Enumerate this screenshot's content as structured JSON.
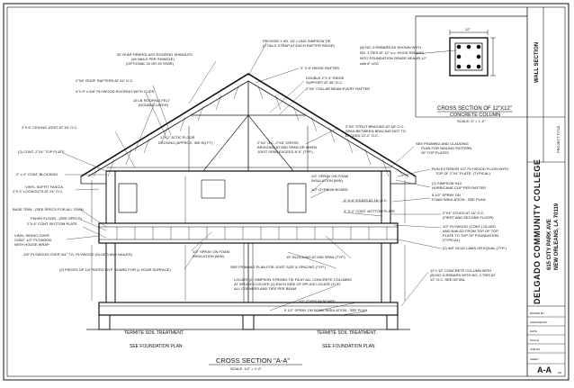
{
  "sheet": {
    "main_title": "CROSS SECTION \"A-A\"",
    "main_scale": "SCALE: 1/2\" = 1'-0\"",
    "column_title": "CROSS SECTION OF 12\"X12\"",
    "column_subtitle": "CONCRETE COLUMN",
    "column_scale": "SCALE: 3\" = 1'-0\"",
    "column_dim": "12\"",
    "wall_section_label": "WALL SECTION",
    "project_title_label": "PROJECT TITLE",
    "college": "DELGADO COMMUNITY COLLEGE",
    "address": [
      "615 CITY PARK AVE",
      "NEW ORLEANS, LA 70119"
    ],
    "sheet_number": "A-A",
    "page": "2/3"
  },
  "callouts_left": [
    "30 YEAR FIBERGLASS ROOFING SHINGLES (#4 NAILS PER SHINGLE) (OPTIONAL 20 OR 25 YEAR)",
    "2\"X6\" ROOF RAFTERS AT 24\" O.C.",
    "4\"X 8\" x 5/8\" PLYWOOD ROOFING WITH CLIPS",
    "15 LB ROOFING FELT (DOUBLE LAYER)",
    "2\"X 6\" CEILING JOIST AT 16\" O.C.",
    "(2) CONT. 2\"X4\" TOP PLATE",
    "2\" x 4\" CONT. BLOCKING",
    "VINYL SOFFIT FASCIA 2\"X 4\" LOOKOUTS AT 24\" O.C.",
    "BASE TRIM - (SEE SPECS FOR ALL TRIM)",
    "FINISH FLOOR - (SEE SPECS)",
    "2\"X 6\" CONT. BOTTOM PLATE",
    "VINYL SIDING OVER CONT. 1/2\" PLYWOOD WITH HOUSE WRAP",
    "1/4\" PLYWOOD OVER 3/4\" T.G. PLYWOOD (GLUED AND NAILED)",
    "(2) PIECES OF 1/4\" RATED GYP. BOARD FOR (1 HOUR SURFACE)"
  ],
  "callouts_top": [
    "PROVIDE 1 HD. 16\" LONG SIMPSON TIE (2 TAILS STRAP AT EACH RAFTER RIDGE)",
    "2\" X 8\" RIDGE RAFTER",
    "DOUBLE 2\"X 4\" RIDGE SUPPORT AT 48\" O.C.",
    "2\"X6\" COLLAR BEAM EVERY RAFTER",
    "(8) NO. 6 REBARS AS SHOWN WITH NO. 3 TIES AT 12\" o.c. HOOK REBARS INTO FOUNDATION GRADE BEAMS 12\" with 6\" LEG"
  ],
  "callouts_center": [
    "1 \"x 1\" ATTIC FLOOR DECKING (APPROX. 300 SQ FT)",
    "2\"X4\" O.C. 2\"X6\" CROSS BRIDGING AT MID SPAN OR WHEN JOIST SPAN EXCEED 8'-0\" (TYP.)",
    "2\"X6\" STRUT BRACING AT 48\" O.C. SPAN BETWEEN BRACING NOT TO EXCEED 12'-0\" O.C.",
    "1/2\" SPRAY ON FOAM INSULATION (MIN)",
    "1/2\" GYPSUM BOARD",
    "2\" X 4\" STUDS AT 16\" O.C.",
    "2\" X 4\" CONT. BOTTOM PLATE",
    "1/2\" SPRAY ON FOAM INSULATION (MIN)",
    "10\" BLOCKING AT MID SPAN (TYP.)",
    "SEE FRAMING PLAN FOR JOIST SIZE & SPACING (TYP.)",
    "LOCATE (2) SIMPSON STRONG TIE PA AT ALL CONCRETE COLUMNS AT SPLICES LOCATE (1) EACH SIDE OF SPLICE LOCATE (1) AT ALL CORNERS AND TIES PER BEAM",
    "1/2\" GYPSUM BOARD",
    "5 1/2\" SPRAY ON FOAM INSULATION - SEE PLAN"
  ],
  "callouts_right": [
    "SEE FRAMING AND CLADDING PLAN FOR NAILING PATTERN OF TOP PLATES",
    "RUN EXTERIOR 1/2\" PLYWOOD FLUSH WITH TOP OF 2\"X4\" PLATE. (TYPICAL)",
    "(1) SIMPSON H10 HURRICANE CLIP PER RAFTER",
    "5 1/2\" SPRAY ON FOAM INSULATION - SEE PLAN",
    "2\"X4\" STUDS AT 16\" O.C. (FIRST AND SECOND FLOOR)",
    "1/2\" PLYWOOD (CONT.) GLUED AND NAILED FROM TOP OF TOP PLATE TO TOP OF FOUNDATION (TYPICAL)",
    "(2) 5/8\" GLUE LAMS OR EQUAL (TYP.)",
    "12\"x 12\" CONCRETE COLUMN WITH (8) NO. 6 REBARS WITH NO. 3 TIES AT 12\" O.C. SEE DETAIL"
  ],
  "notes_bottom": {
    "left_1": "TERMITE SOIL TREATMENT.",
    "left_2": "SEE FOUNDATION PLAN",
    "right_1": "TERMITE SOIL TREATMENT.",
    "right_2": "SEE FOUNDATION PLAN"
  },
  "title_block": {
    "rows": [
      "DRAWN BY",
      "CHECKED BY",
      "DATE",
      "SCALE",
      "JOB NO.",
      "SHEET"
    ],
    "values": [
      "",
      "",
      "",
      "",
      "",
      ""
    ]
  },
  "colors": {
    "line": "#111111",
    "paper": "#ffffff"
  }
}
